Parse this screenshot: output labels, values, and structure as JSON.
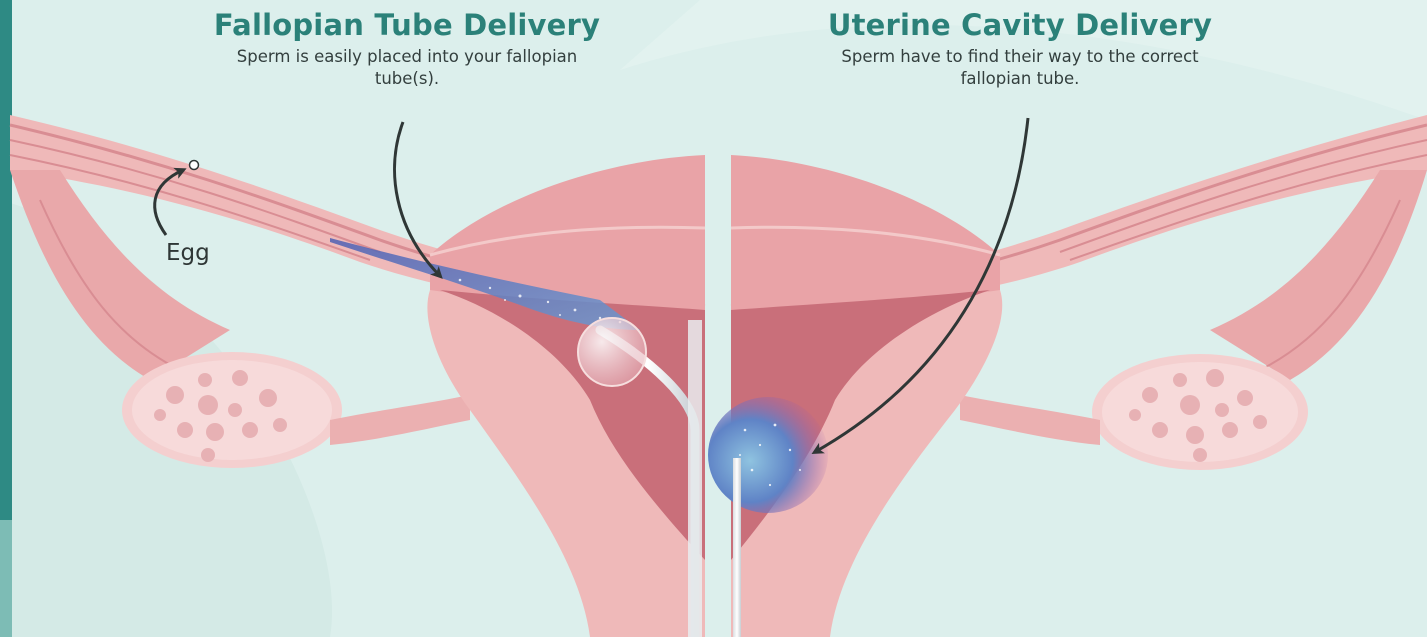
{
  "left_panel": {
    "title": "Fallopian Tube Delivery",
    "description": "Sperm is easily placed into your fallopian tube(s)."
  },
  "right_panel": {
    "title": "Uterine Cavity Delivery",
    "description": "Sperm have to find their way to the correct fallopian tube."
  },
  "labels": {
    "egg": "Egg"
  },
  "colors": {
    "background": "#dcefec",
    "heading": "#2b8179",
    "tissue": "#efb9b9",
    "tissue_dark": "#d98d93",
    "cavity": "#c96f7a",
    "sperm": "#5a84c4"
  }
}
